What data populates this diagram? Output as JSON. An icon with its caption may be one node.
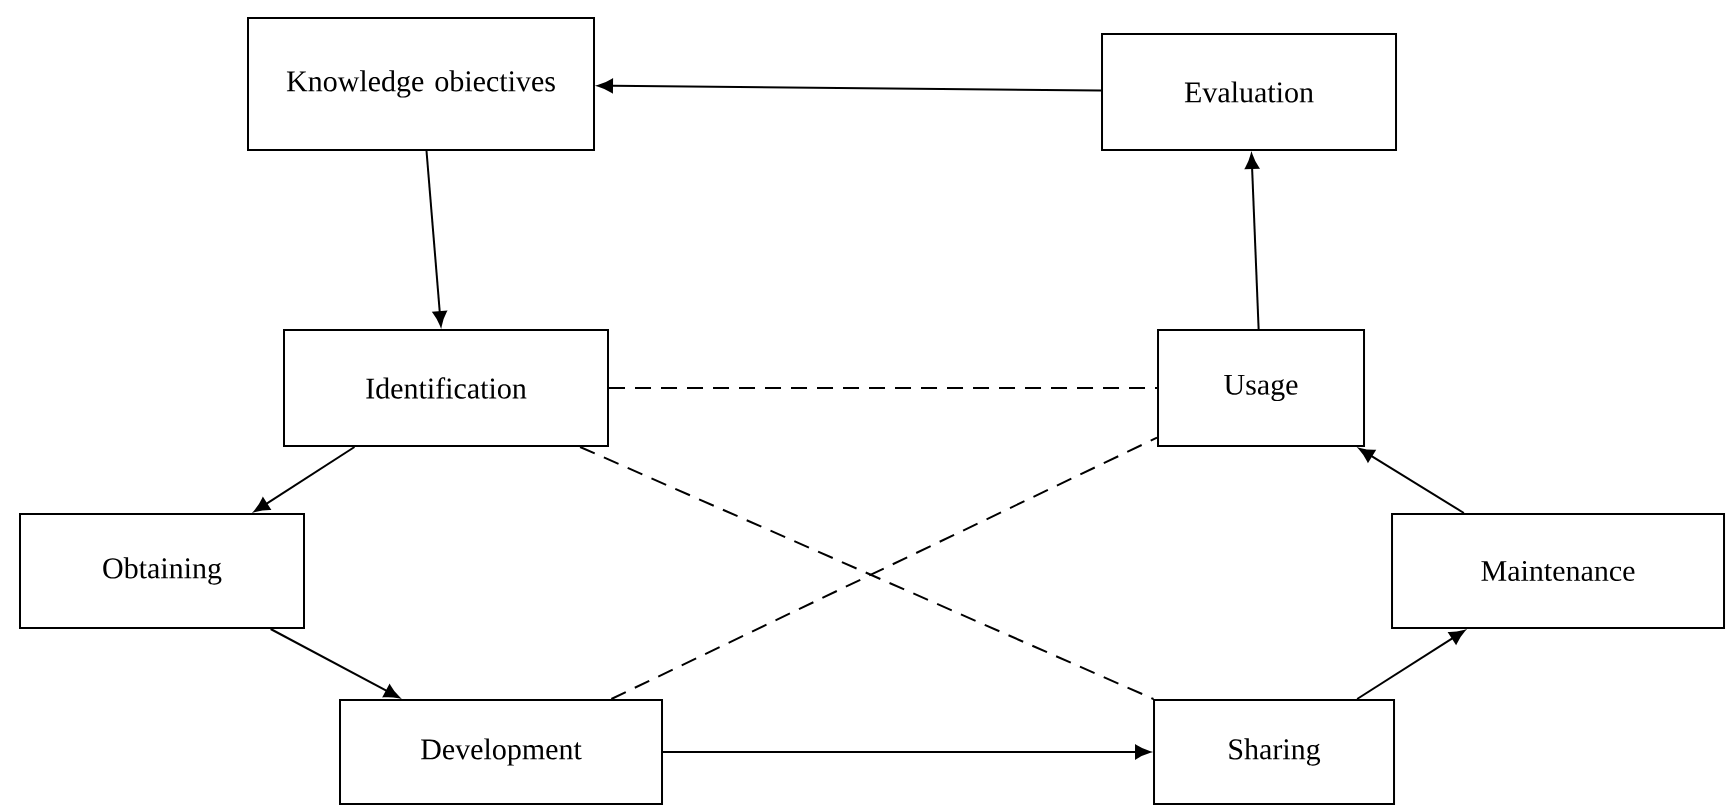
{
  "diagram": {
    "nodes": [
      {
        "text": [
          "Knowledge obiectives"
        ]
      },
      {
        "text": [
          "Evaluation"
        ]
      },
      {
        "text": [
          "Identification"
        ]
      },
      {
        "text": [
          "Usage"
        ]
      },
      {
        "text": [
          "Obtaining"
        ]
      },
      {
        "text": [
          "Maintenance"
        ]
      },
      {
        "text": [
          "Development"
        ]
      },
      {
        "text": [
          "Sharing"
        ]
      }
    ],
    "edges": [
      {
        "from": 1,
        "to": 0,
        "arrow": "to"
      },
      {
        "from": 0,
        "to": 2,
        "arrow": "to"
      },
      {
        "from": 2,
        "to": 4,
        "arrow": "to"
      },
      {
        "from": 4,
        "to": 6,
        "arrow": "to"
      },
      {
        "from": 6,
        "to": 7,
        "arrow": "to"
      },
      {
        "from": 7,
        "to": 5,
        "arrow": "to"
      },
      {
        "from": 5,
        "to": 3,
        "arrow": "to"
      },
      {
        "from": 3,
        "to": 1,
        "arrow": "to"
      },
      {
        "from": 2,
        "to": 3,
        "arrow": "none",
        "style": "dashed"
      },
      {
        "from": 2,
        "to": 7,
        "arrow": "none",
        "style": "dashed"
      },
      {
        "from": 6,
        "to": 3,
        "arrow": "none",
        "style": "dashed"
      }
    ]
  }
}
